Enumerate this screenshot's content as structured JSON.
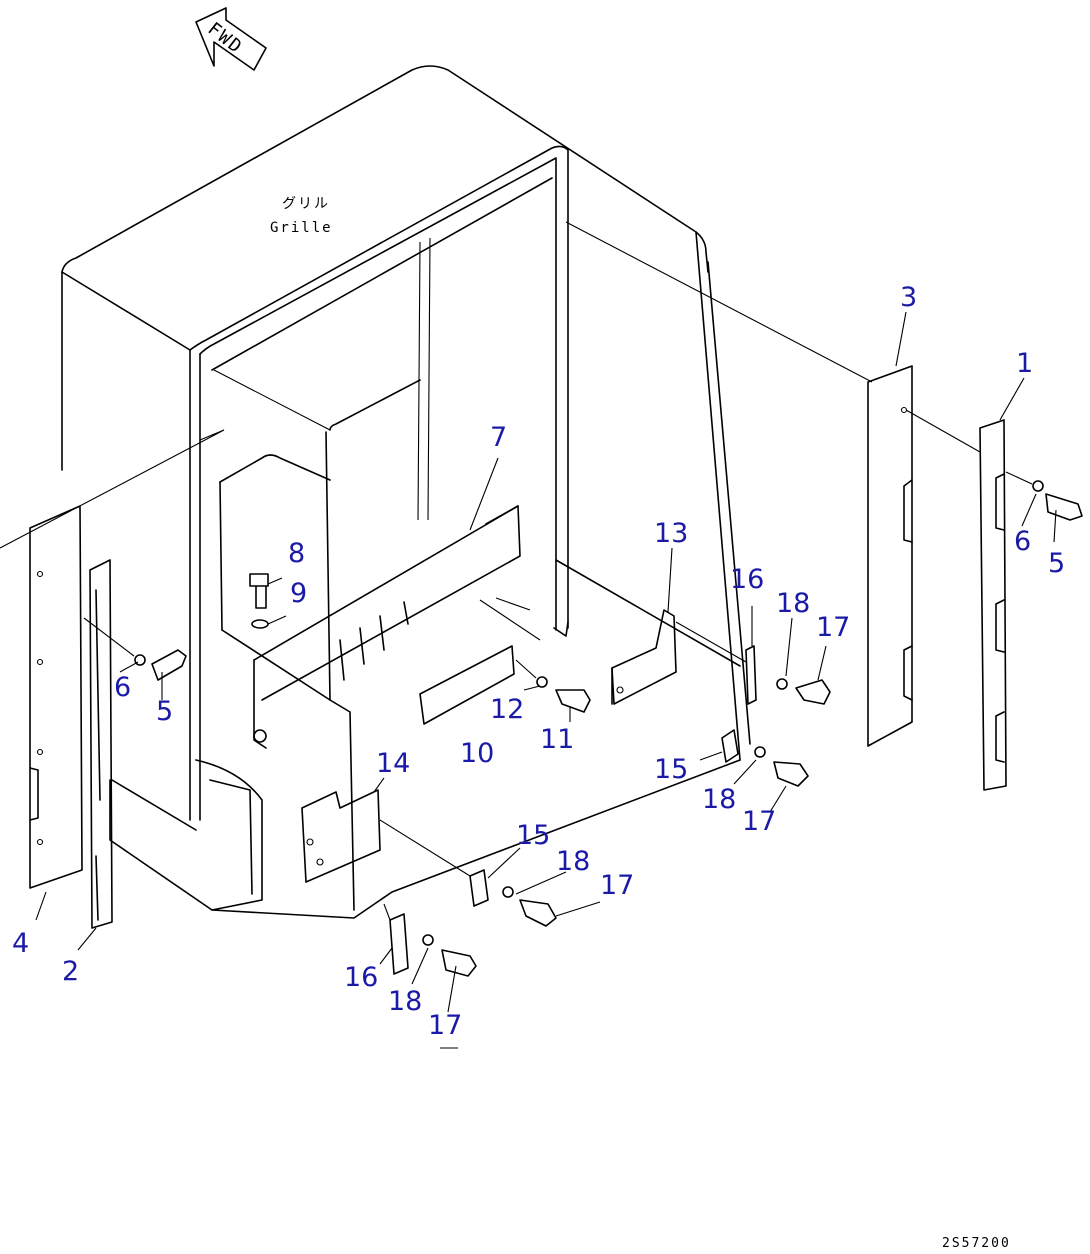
{
  "diagram": {
    "direction_label": "FWD",
    "grille_label_jp": "グリル",
    "grille_label": "Grille",
    "drawing_code": "2S57200",
    "callouts": {
      "c1": "1",
      "c2": "2",
      "c3": "3",
      "c4": "4",
      "c5a": "5",
      "c5b": "5",
      "c6a": "6",
      "c6b": "6",
      "c7": "7",
      "c8": "8",
      "c9": "9",
      "c10": "10",
      "c11": "11",
      "c12": "12",
      "c13": "13",
      "c14": "14",
      "c15a": "15",
      "c15b": "15",
      "c16a": "16",
      "c16b": "16",
      "c17a": "17",
      "c17b": "17",
      "c17c": "17",
      "c17d": "17",
      "c18a": "18",
      "c18b": "18",
      "c18c": "18",
      "c18d": "18"
    },
    "label_color": "#1a1aa6"
  }
}
